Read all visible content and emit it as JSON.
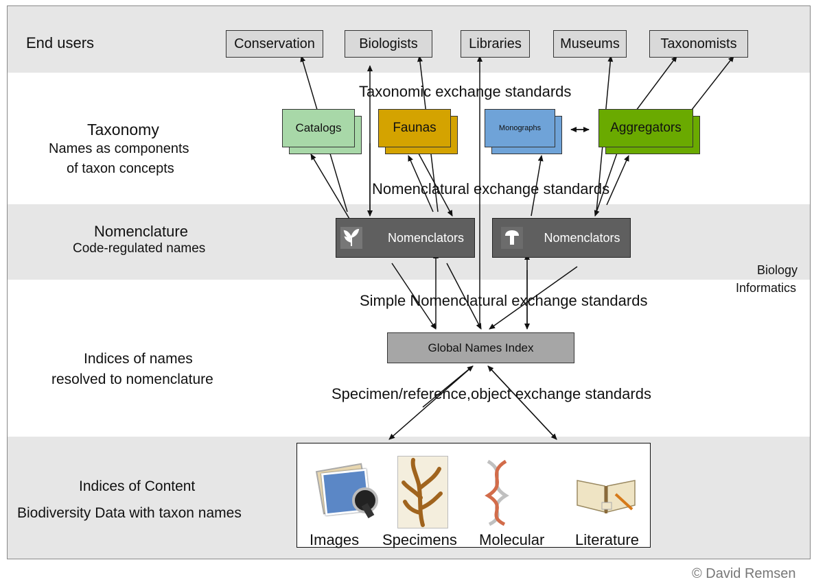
{
  "layers": {
    "end_users": "End users",
    "taxonomy_title": "Taxonomy",
    "taxonomy_sub1": "Names as components",
    "taxonomy_sub2": "of taxon concepts",
    "nomenclature_title": "Nomenclature",
    "nomenclature_sub": "Code-regulated names",
    "indices_names_1": "Indices of names",
    "indices_names_2": "resolved to nomenclature",
    "indices_content_title": "Indices of Content",
    "indices_content_sub": "Biodiversity Data with taxon names"
  },
  "end_users": [
    "Conservation",
    "Biologists",
    "Libraries",
    "Museums",
    "Taxonomists"
  ],
  "taxonomy_sources": [
    {
      "label": "Catalogs",
      "color": "#a8d8a8"
    },
    {
      "label": "Faunas",
      "color": "#d4a300"
    },
    {
      "label": "Monographs",
      "color": "#6fa3d8"
    },
    {
      "label": "Aggregators",
      "color": "#6aaa00"
    }
  ],
  "standards": {
    "taxonomic": "Taxonomic exchange standards",
    "nomenclatural": "Nomenclatural exchange standards",
    "simple": "Simple Nomenclatural exchange standards",
    "specimen": "Specimen/reference,object exchange standards"
  },
  "nomenclators": [
    "Nomenclators",
    "Nomenclators"
  ],
  "global_names_index": "Global Names Index",
  "content_items": [
    "Images",
    "Specimens",
    "Molecular",
    "Literature"
  ],
  "side_label_1": "Biology",
  "side_label_2": "Informatics",
  "credit": "© David Remsen",
  "colors": {
    "grey_band": "#e6e6e6",
    "nomenclator": "#5f5f5f",
    "gni": "#a6a6a6"
  }
}
